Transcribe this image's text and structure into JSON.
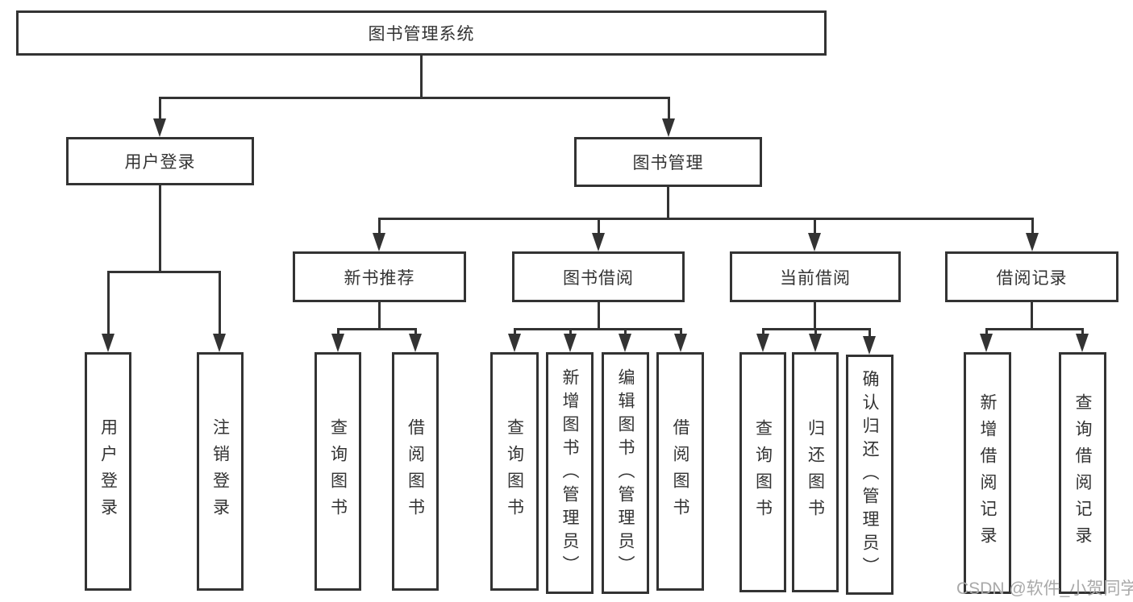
{
  "colors": {
    "line": "#333333",
    "background": "#ffffff",
    "watermark": "#a9a9a9"
  },
  "watermark": {
    "text": "CSDN @软件_小贺同学"
  },
  "tree": {
    "label": "图书管理系统",
    "children": [
      {
        "label": "用户登录",
        "children": [
          {
            "label": "用户登录"
          },
          {
            "label": "注销登录"
          }
        ]
      },
      {
        "label": "图书管理",
        "children": [
          {
            "label": "新书推荐",
            "children": [
              {
                "label": "查询图书"
              },
              {
                "label": "借阅图书"
              }
            ]
          },
          {
            "label": "图书借阅",
            "children": [
              {
                "label": "查询图书"
              },
              {
                "label": "新增图书（管理员）"
              },
              {
                "label": "编辑图书（管理员）"
              },
              {
                "label": "借阅图书"
              }
            ]
          },
          {
            "label": "当前借阅",
            "children": [
              {
                "label": "查询图书"
              },
              {
                "label": "归还图书"
              },
              {
                "label": "确认归还（管理员）"
              }
            ]
          },
          {
            "label": "借阅记录",
            "children": [
              {
                "label": "新增借阅记录"
              },
              {
                "label": "查询借阅记录"
              }
            ]
          }
        ]
      }
    ]
  }
}
